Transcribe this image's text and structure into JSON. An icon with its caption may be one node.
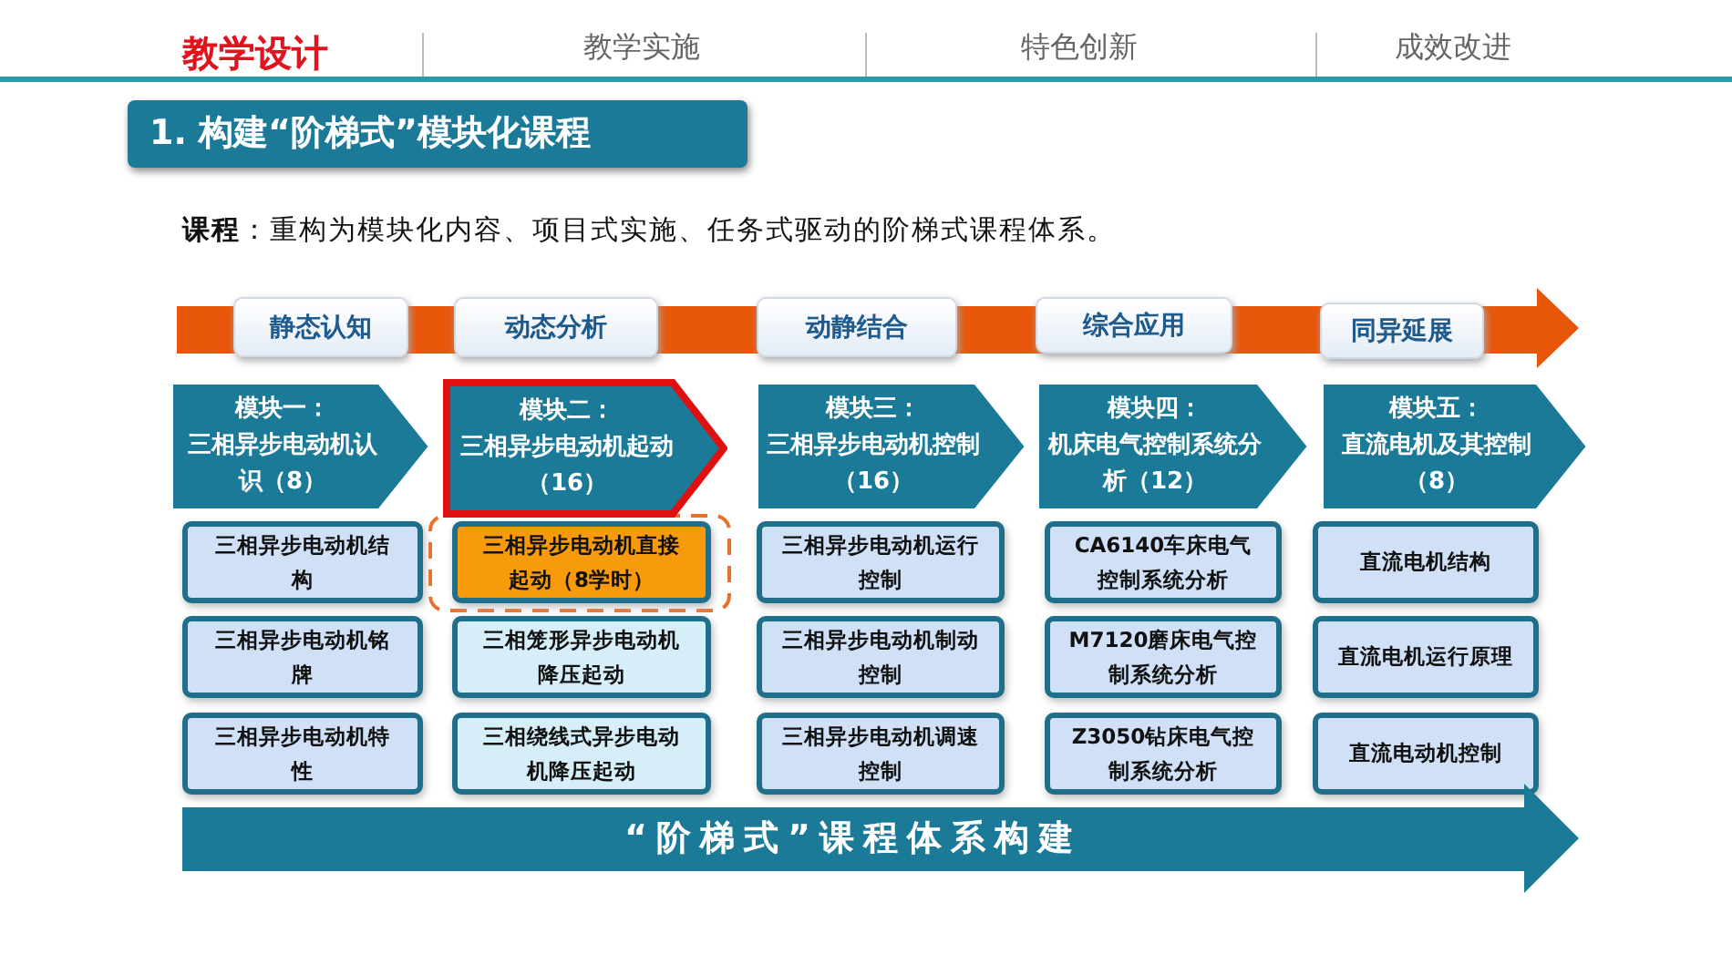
{
  "diagram": {
    "title": "1. 构建“阶梯式”模块化课程",
    "nodes": [
      {
        "text": [
          "静态认知"
        ]
      },
      {
        "text": [
          "动态分析"
        ]
      },
      {
        "text": [
          "动静结合"
        ]
      },
      {
        "text": [
          "综合应用"
        ]
      },
      {
        "text": [
          "同异延展"
        ]
      },
      {
        "text": [
          "模块一：",
          "三相异步电动机认识（8）"
        ]
      },
      {
        "text": [
          "模块二：",
          "三相异步电动机起动（16）"
        ]
      },
      {
        "text": [
          "模块三：",
          "三相异步电动机控制（16）"
        ]
      },
      {
        "text": [
          "模块四：",
          "机床电气控制系统分析（12）"
        ]
      },
      {
        "text": [
          "模块五：",
          "直流电机及其控制（8）"
        ]
      },
      {
        "text": [
          "三相异步电动机结构"
        ]
      },
      {
        "text": [
          "三相异步电动机直接起动（8学时）"
        ]
      },
      {
        "text": [
          "三相异步电动机运行控制"
        ]
      },
      {
        "text": [
          "CA6140车床电气控制系统分析"
        ]
      },
      {
        "text": [
          "直流电机结构"
        ]
      },
      {
        "text": [
          "三相异步电动机铭牌"
        ]
      },
      {
        "text": [
          "三相笼形异步电动机降压起动"
        ]
      },
      {
        "text": [
          "三相异步电动机制动控制"
        ]
      },
      {
        "text": [
          "M7120磨床电气控制系统分析"
        ]
      },
      {
        "text": [
          "直流电机运行原理"
        ]
      },
      {
        "text": [
          "三相异步电动机特性"
        ]
      },
      {
        "text": [
          "三相绕线式异步电动机降压起动"
        ]
      },
      {
        "text": [
          "三相异步电动机调速控制"
        ]
      },
      {
        "text": [
          "Z3050钻床电气控制系统分析"
        ]
      },
      {
        "text": [
          "直流电动机控制"
        ]
      },
      {
        "text": [
          "“阶梯式”课程体系构建"
        ]
      }
    ],
    "labels": [
      "教学设计",
      "教学实施",
      "特色创新",
      "成效改进",
      "**课程**：重构为模块化内容、项目式实施、任务式驱动的阶梯式课程体系。"
    ]
  }
}
